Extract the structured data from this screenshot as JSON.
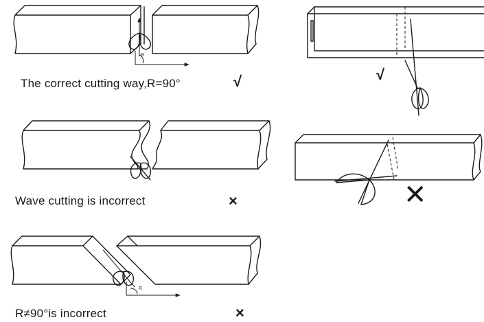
{
  "captions": {
    "correct": "The correct cutting way,R=90°",
    "wave": "Wave cutting is incorrect",
    "angle": "R≠90°is incorrect"
  },
  "marks": {
    "check": "√",
    "cross": "×",
    "cross_large": "✕"
  },
  "angle_label": "R"
}
